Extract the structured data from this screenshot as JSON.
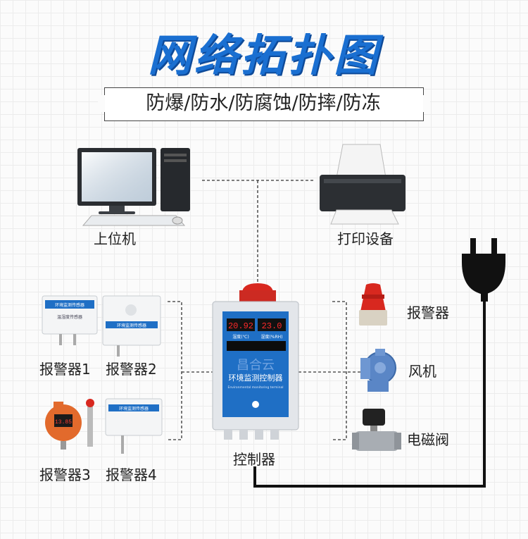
{
  "title": "网络拓扑图",
  "subtitle": "防爆/防水/防腐蚀/防摔/防冻",
  "devices": {
    "computer": "上位机",
    "printer": "打印设备",
    "alarm": "报警器",
    "fan": "风机",
    "valve": "电磁阀",
    "controller": "控制器",
    "sensor1": "报警器1",
    "sensor2": "报警器2",
    "sensor3": "报警器3",
    "sensor4": "报警器4"
  },
  "controller_panel": {
    "reading_left": "20.92",
    "reading_right": "23.0",
    "unit_left": "湿度(℃)",
    "unit_right": "湿度(%RH)",
    "brand": "昌合云",
    "name": "环境监测控制器",
    "name_en": "Environmental monitoring terminal"
  },
  "sensor_panel": {
    "name": "环境监测传感器",
    "sub": "温湿度传感器"
  },
  "detector_reading": "13.85",
  "colors": {
    "title_blue": "#1a6fd1",
    "controller_blue": "#1f6fc5",
    "alarm_red": "#d8281f"
  }
}
